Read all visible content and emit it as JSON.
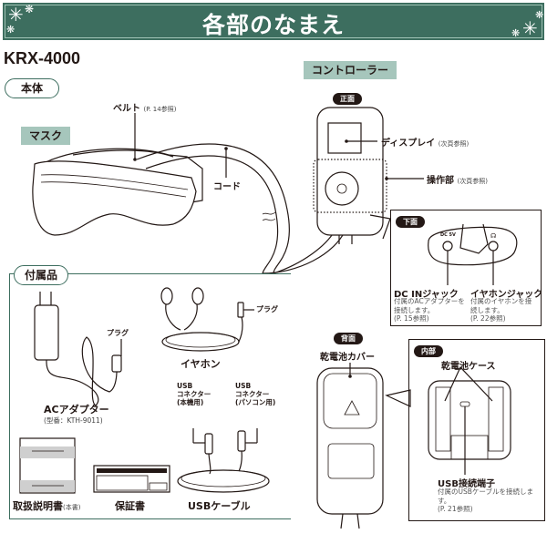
{
  "header": {
    "title": "各部のなまえ"
  },
  "model": "KRX-4000",
  "main_unit": {
    "section_label": "本体",
    "mask": {
      "label": "マスク",
      "belt": {
        "label": "ベルト",
        "ref": "(P. 14参照)"
      },
      "cord": {
        "label": "コード"
      }
    },
    "controller": {
      "label": "コントローラー",
      "front": {
        "badge": "正面",
        "display": {
          "label": "ディスプレイ",
          "ref": "(次頁参照)"
        },
        "operation": {
          "label": "操作部",
          "ref": "(次頁参照)"
        }
      },
      "bottom": {
        "badge": "下面",
        "dc_in": {
          "label": "DC INジャック",
          "note": "付属のACアダプターを接続します。\n(P. 15参照)",
          "jack_mark": "DC 5V"
        },
        "earphone": {
          "label": "イヤホンジャック",
          "note": "付属のイヤホンを接続します。\n(P. 22参照)"
        }
      },
      "back": {
        "badge": "背面",
        "battery_cover": {
          "label": "乾電池カバー"
        }
      },
      "inside": {
        "badge": "内部",
        "battery_case": {
          "label": "乾電池ケース"
        },
        "usb_port": {
          "label": "USB接続端子",
          "note": "付属のUSBケーブルを接続します。\n(P. 21参照)"
        }
      }
    }
  },
  "accessories": {
    "section_label": "付属品",
    "ac_adapter": {
      "label": "ACアダプター",
      "model": "(型番：KTH-9011)",
      "plug": "プラグ"
    },
    "earphone": {
      "label": "イヤホン",
      "plug": "プラグ"
    },
    "usb_cable": {
      "label": "USBケーブル",
      "connector_unit": "USB\nコネクター\n(本機用)",
      "connector_pc": "USB\nコネクター\n(パソコン用)"
    },
    "manual": {
      "label": "取扱説明書",
      "ref": "(本書)"
    },
    "warranty": {
      "label": "保証書"
    }
  },
  "colors": {
    "header_green": "#3d6e5f",
    "tag_green": "#a6c6bc",
    "ink": "#231815"
  }
}
